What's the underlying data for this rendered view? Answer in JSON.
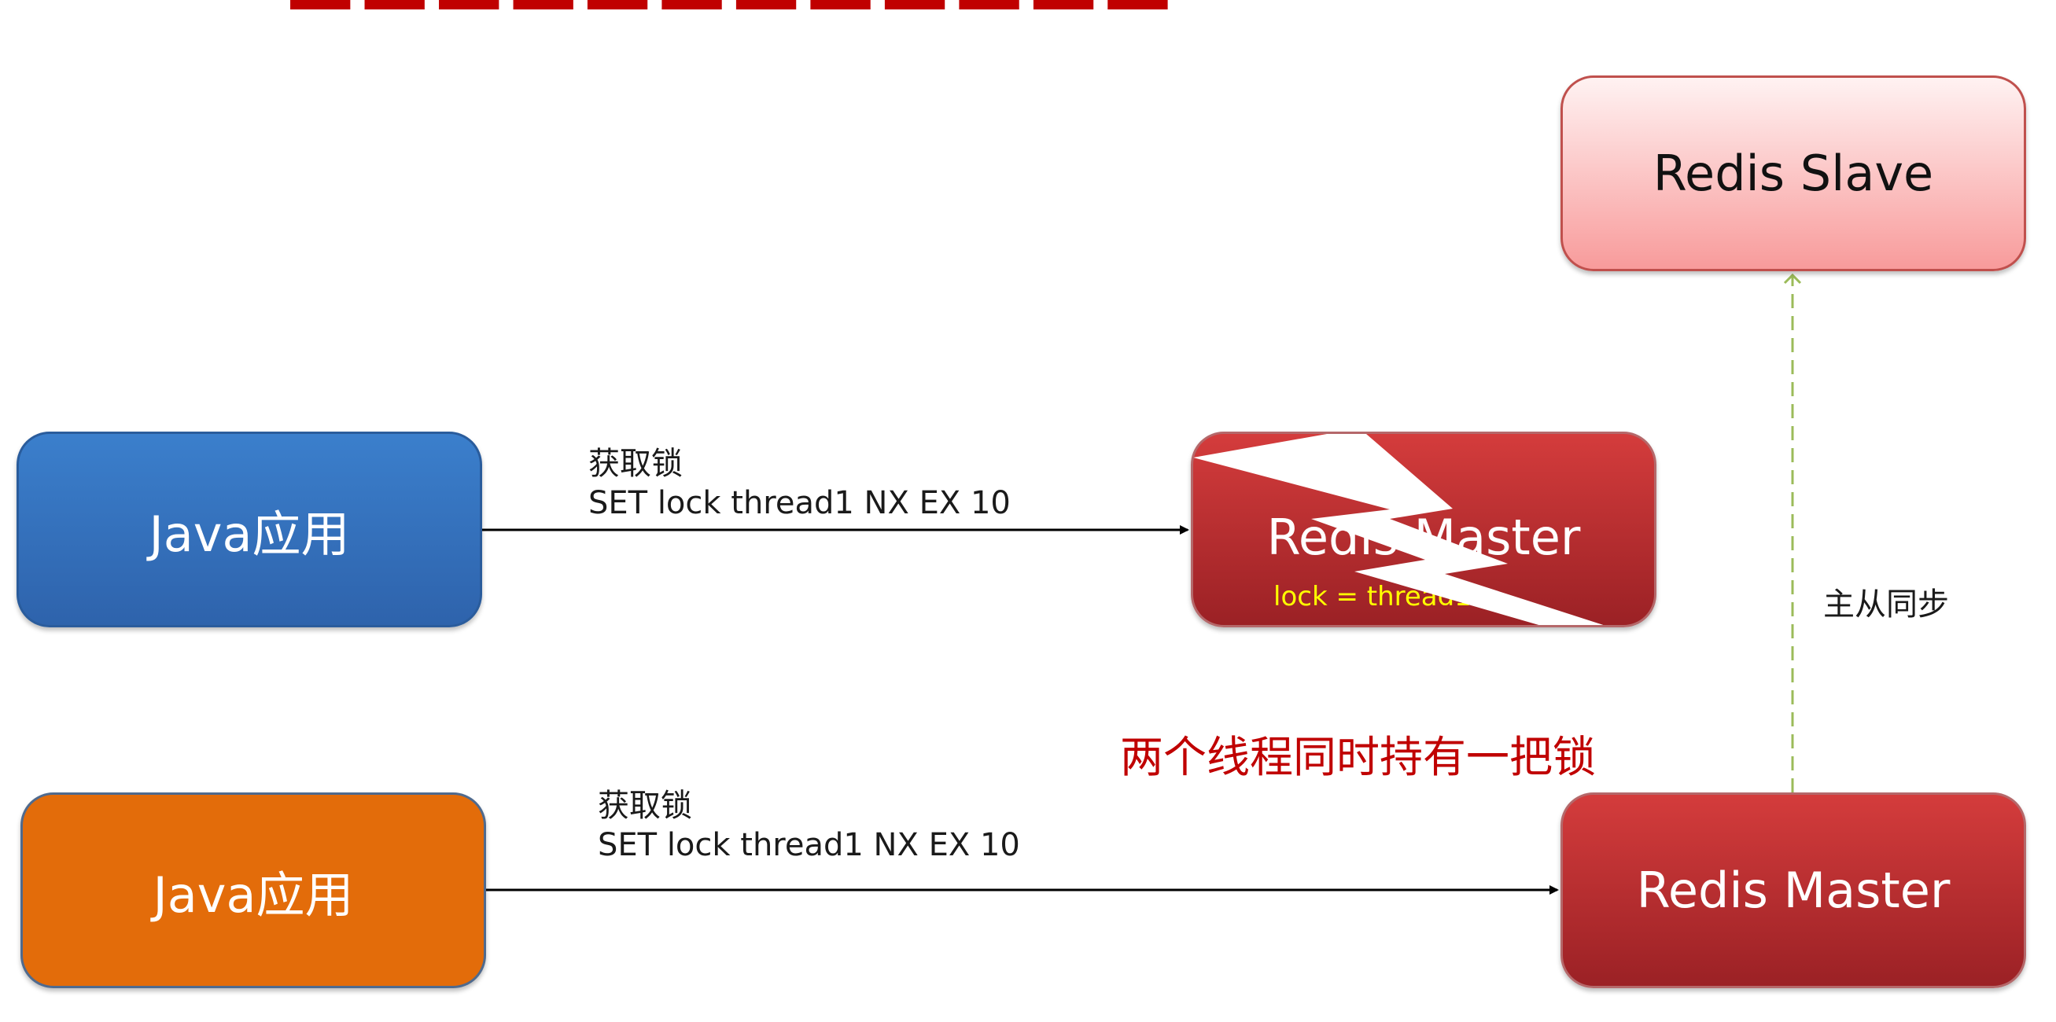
{
  "diagram": {
    "nodes": {
      "java_app_1": "Java应用",
      "java_app_2": "Java应用",
      "redis_master_top": "Redis Master",
      "redis_master_top_value": "lock = thread1",
      "redis_master_bottom": "Redis Master",
      "redis_slave": "Redis Slave"
    },
    "edges": {
      "top_request": {
        "title": "获取锁",
        "command": "SET lock thread1 NX EX 10"
      },
      "bottom_request": {
        "title": "获取锁",
        "command": "SET lock thread1 NX EX 10"
      },
      "sync": "主从同步"
    },
    "warning": "两个线程同时持有一把锁"
  },
  "colors": {
    "java_app_1": "#2e6ab8",
    "java_app_2": "#e36c0a",
    "redis_master": "#c0392b",
    "redis_slave": "#fbb8b8",
    "warning_text": "#c00000",
    "lock_value_text": "#ffff00",
    "sync_line": "#9bbb59"
  }
}
